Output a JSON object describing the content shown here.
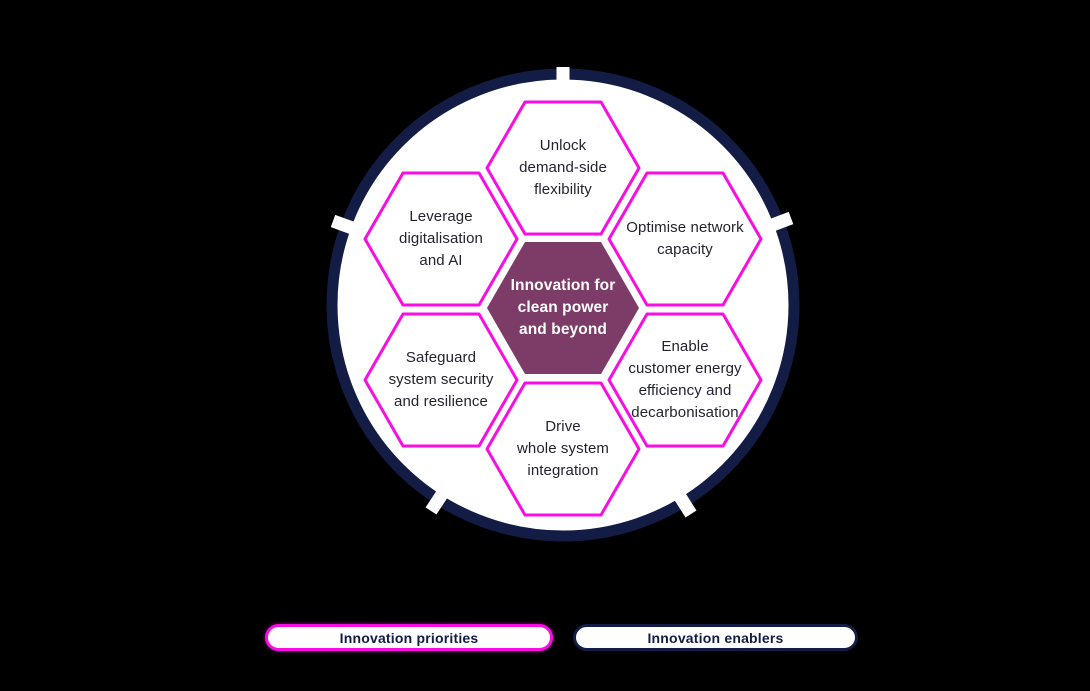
{
  "diagram": {
    "title": "Innovation for clean power and beyond hexagon wheel",
    "center_hexagon": {
      "label": "Innovation for\nclean power\nand beyond",
      "fill": "#7D3C67",
      "text_color": "#FFFFFF"
    },
    "hexagons": [
      {
        "id": "unlock-demand-side-flexibility",
        "label": "Unlock\ndemand-side\nflexibility"
      },
      {
        "id": "optimise-network-capacity",
        "label": "Optimise network\ncapacity"
      },
      {
        "id": "enable-customer-energy-efficiency-and-decarbonisation",
        "label": "Enable\ncustomer energy\nefficiency and\ndecarbonisation"
      },
      {
        "id": "drive-whole-system-integration",
        "label": "Drive\nwhole system\nintegration"
      },
      {
        "id": "safeguard-system-security-and-resilience",
        "label": "Safeguard\nsystem security\nand resilience"
      },
      {
        "id": "leverage-digitalisation-and-ai",
        "label": "Leverage\ndigitalisation\nand AI"
      }
    ],
    "ring": {
      "notch_count": 5
    },
    "colors": {
      "priority_outline": "#F90DE3",
      "enabler_outline": "#131C45",
      "center_fill": "#7D3C67",
      "ring": "#131C45",
      "background": "#000000",
      "hex_text": "#232330"
    }
  },
  "legend": {
    "priorities_label": "Innovation priorities",
    "enablers_label": "Innovation enablers"
  }
}
